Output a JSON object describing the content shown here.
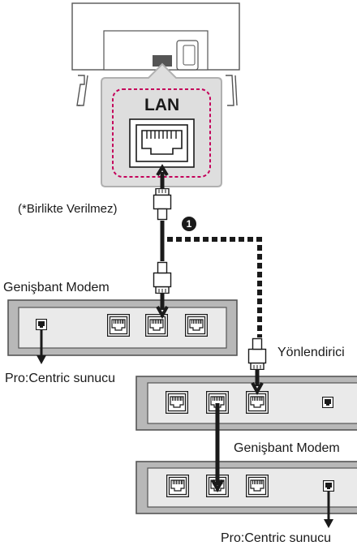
{
  "lan_label": "LAN",
  "cable_note": "(*Birlikte Verilmez)",
  "step_marker": "1",
  "modem_top_label": "Genişbant Modem",
  "router_label": "Yönlendirici",
  "server_label_upper": "Pro:Centric sunucu",
  "modem_bottom_label": "Genişbant Modem",
  "server_label_lower": "Pro:Centric sunucu",
  "colors": {
    "device_fill": "#b8b8b8",
    "panel_fill": "#eaeaea",
    "callout_fill": "#dedede",
    "cable": "#2b2b2b",
    "highlight_border": "#c4005a"
  },
  "icons": [
    "tv-outline-icon",
    "ethernet-port-icon",
    "ethernet-plug-icon",
    "arrow-down-icon"
  ]
}
